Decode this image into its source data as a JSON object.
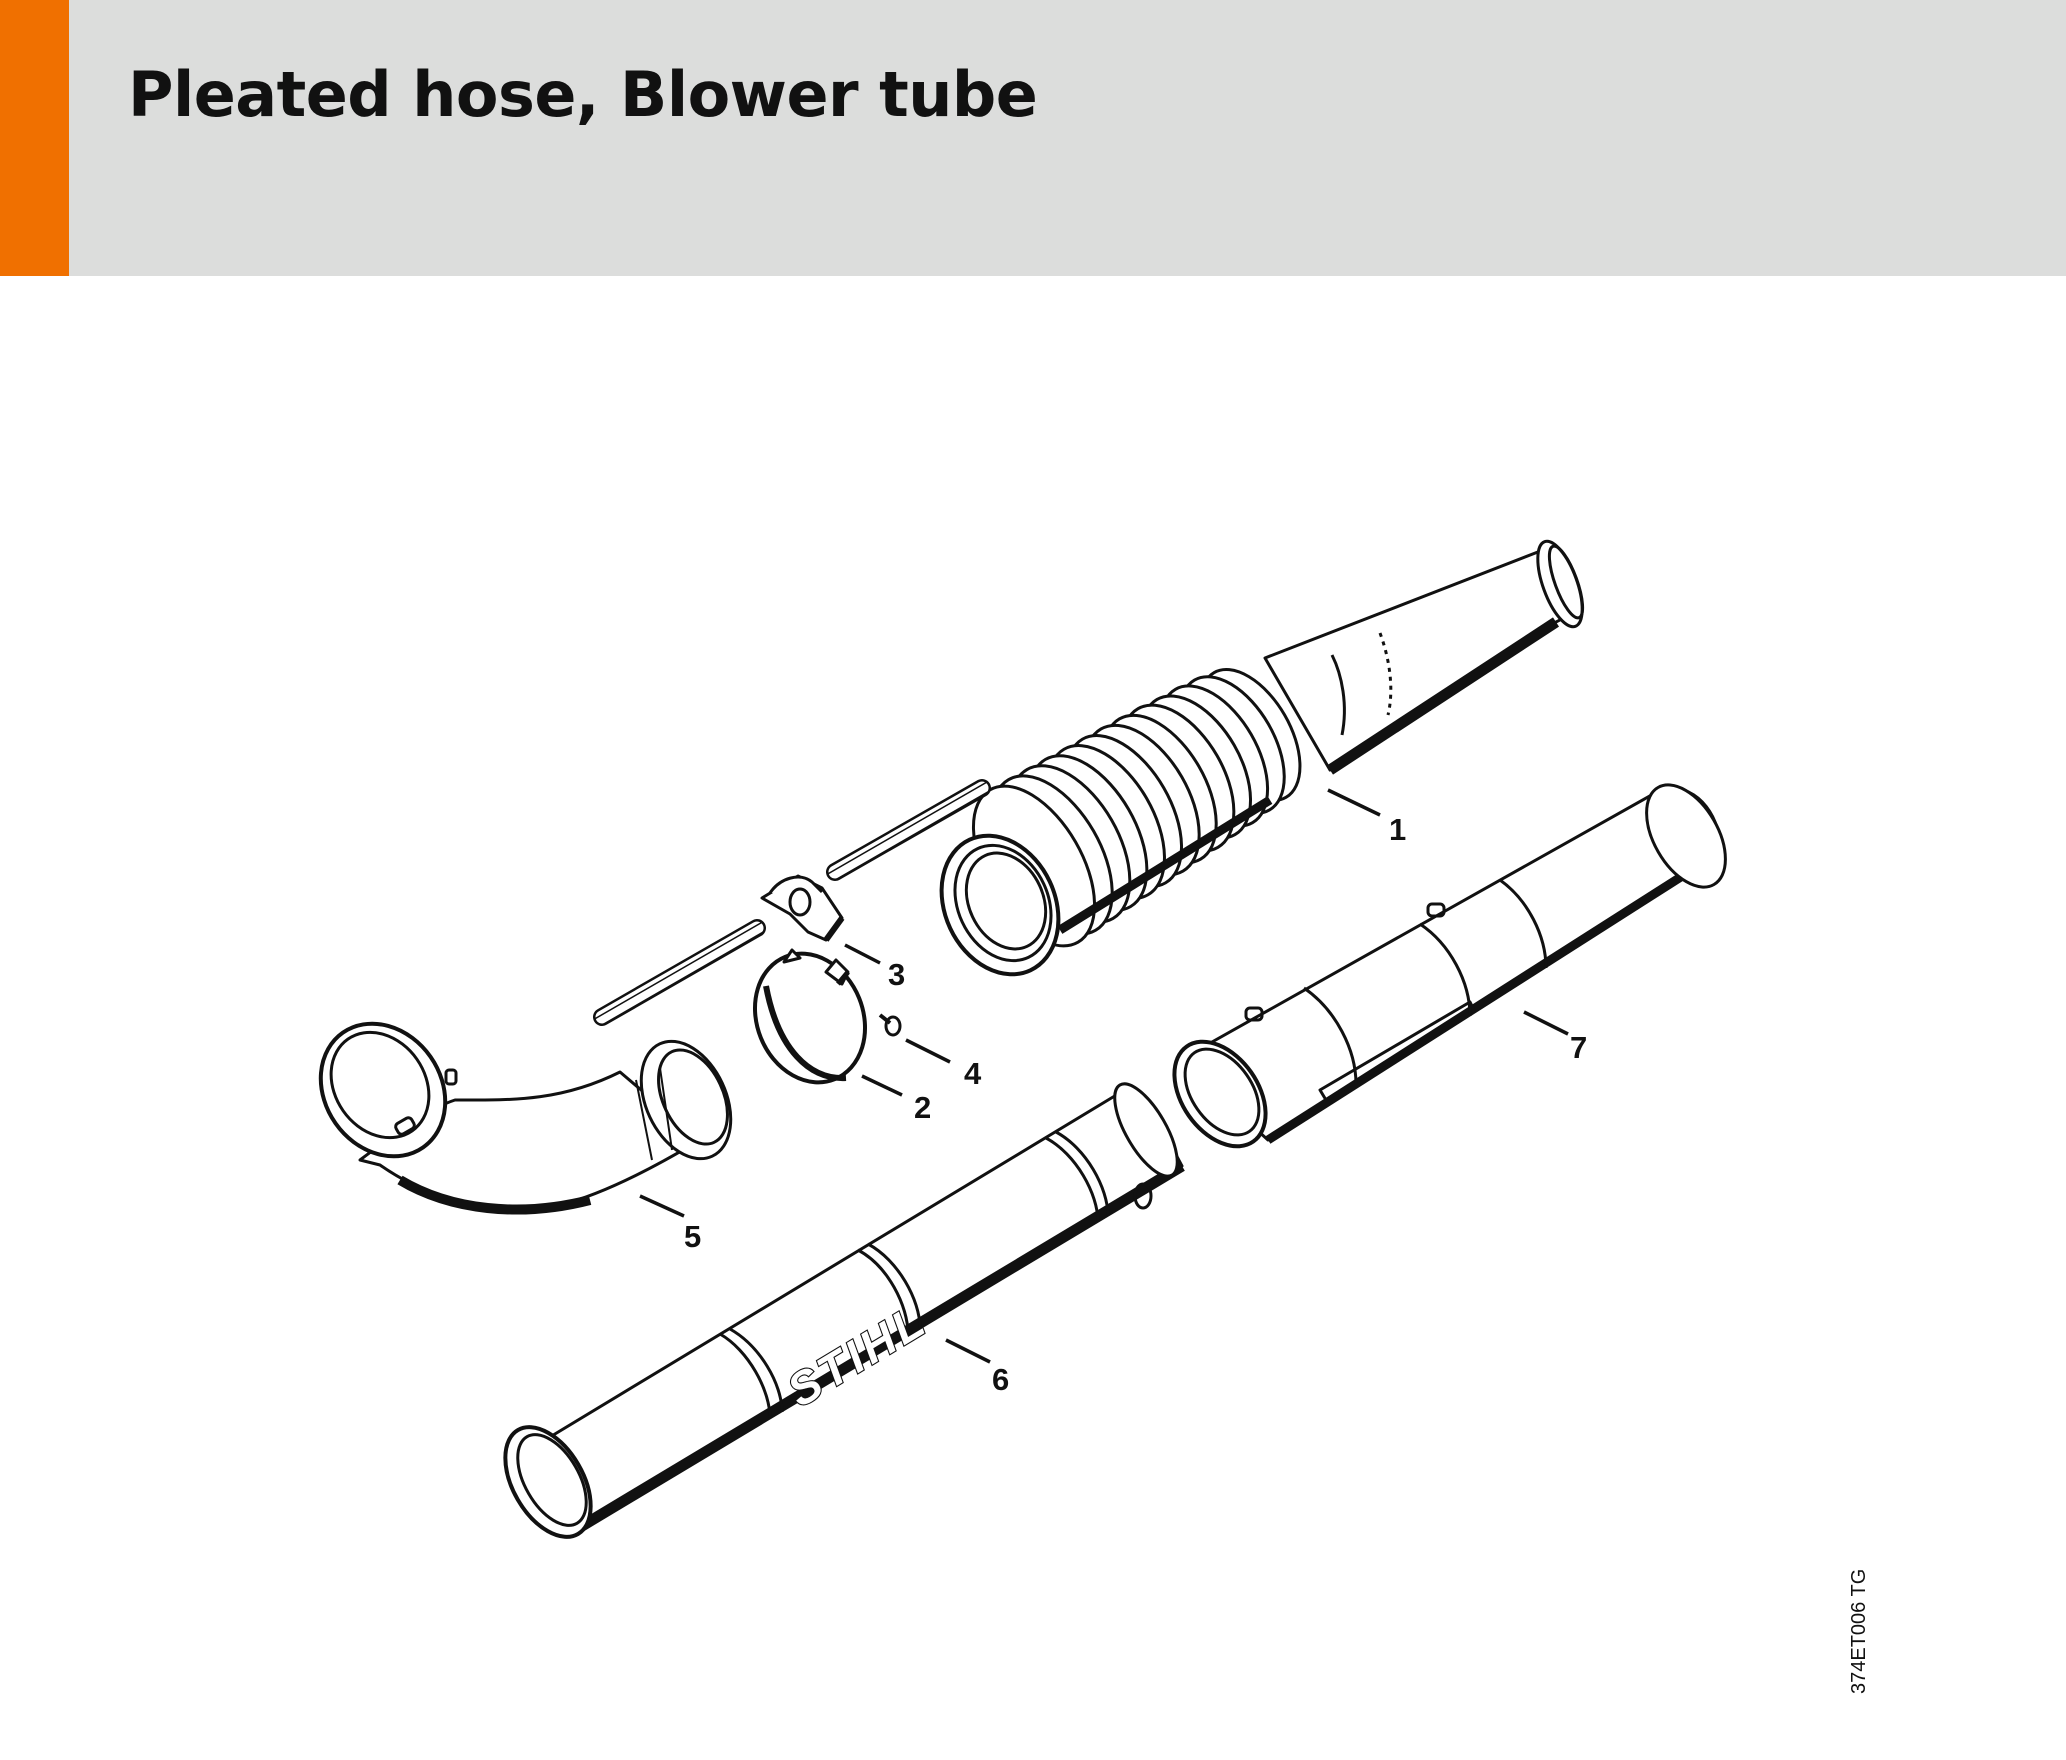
{
  "header": {
    "title": "Pleated hose, Blower tube",
    "accent_color": "#f07000",
    "band_color": "#dcdddc"
  },
  "diagram": {
    "parts": [
      {
        "number": "1",
        "icon": "pleated-hose-icon"
      },
      {
        "number": "2",
        "icon": "hose-clamp-icon"
      },
      {
        "number": "3",
        "icon": "clamp-bracket-icon"
      },
      {
        "number": "4",
        "icon": "screw-icon"
      },
      {
        "number": "5",
        "icon": "elbow-tube-icon"
      },
      {
        "number": "6",
        "icon": "blower-tube-icon"
      },
      {
        "number": "7",
        "icon": "blower-tube-icon"
      }
    ],
    "brand_mark": "STIHL",
    "drawing_code": "374ET006 TG"
  }
}
